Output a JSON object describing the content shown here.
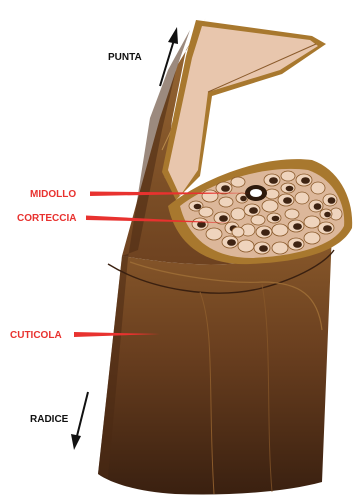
{
  "labels": {
    "tip": "PUNTA",
    "root": "RADICE",
    "medulla": "MIDOLLO",
    "cortex": "CORTECCIA",
    "cuticle": "CUTICOLA"
  },
  "colors": {
    "pointer_line": "#e8322f",
    "label_red": "#e8322f",
    "label_black": "#111111",
    "cuticle_dark": "#3e2312",
    "cuticle_mid": "#6a3f1f",
    "cuticle_light": "#8a5a2b",
    "cut_surface": "#e8c6ad",
    "cortex_fill": "#dcb79a",
    "cortex_outline": "#8a5a2b",
    "medulla_core": "#ffffff"
  }
}
